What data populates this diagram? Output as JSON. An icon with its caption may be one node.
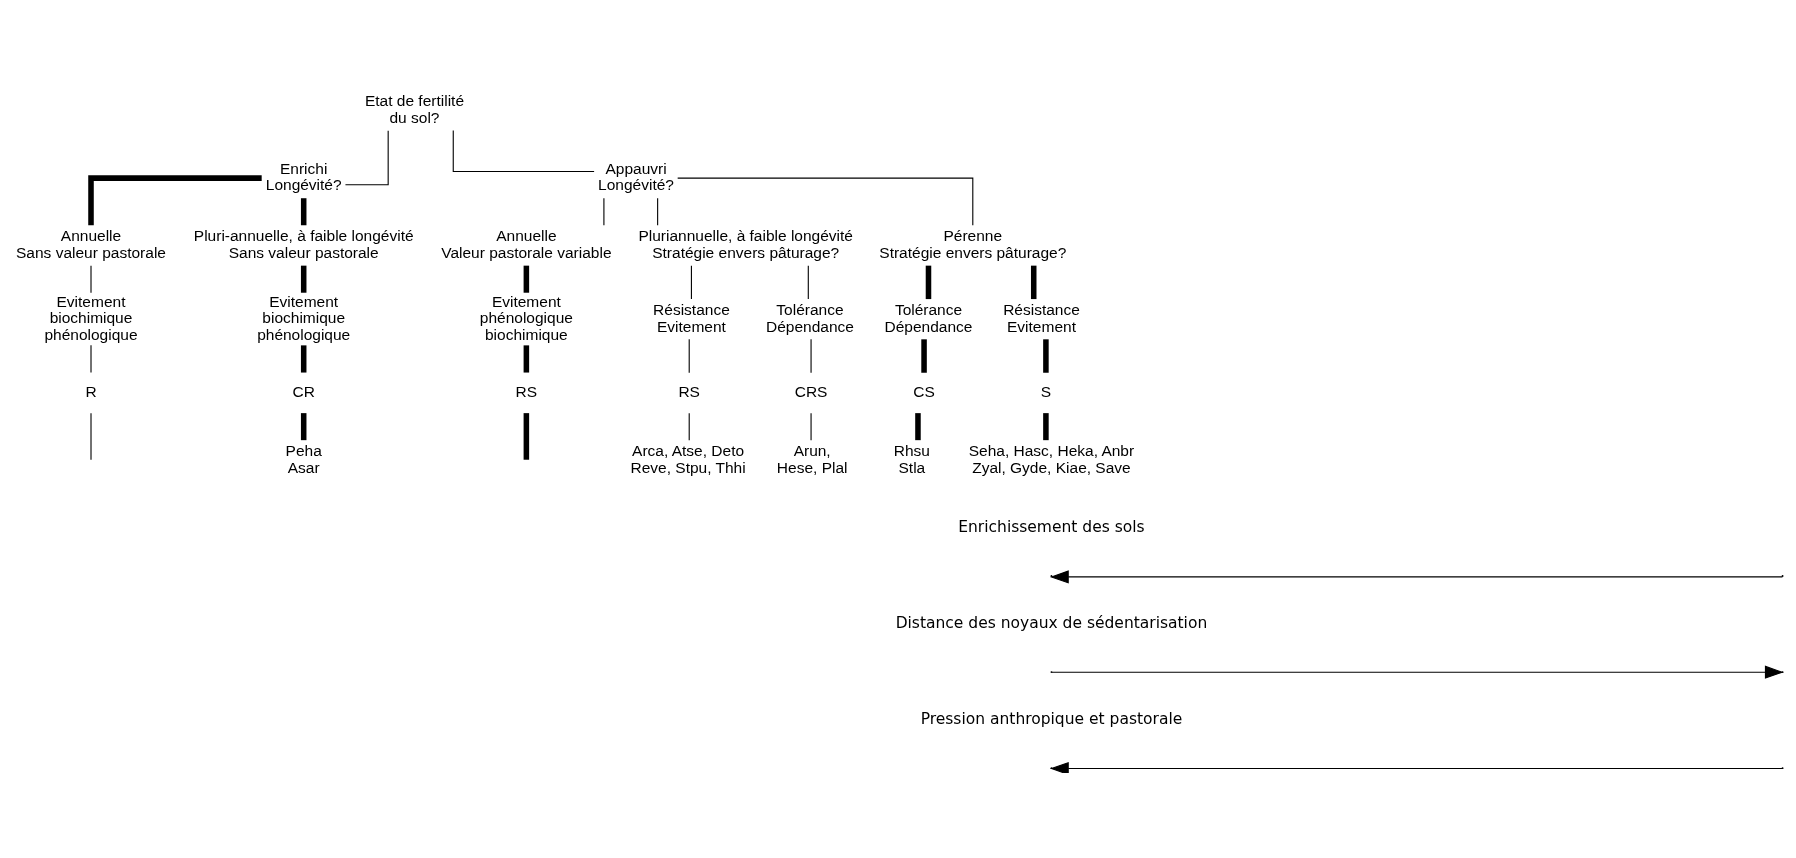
{
  "diagram": {
    "nodes": [
      {
        "text": [
          "Etat de fertilité du sol?"
        ]
      },
      {
        "text": [
          "Enrichi",
          "Longévité?"
        ]
      },
      {
        "text": [
          "Appauvri",
          "Longévité?"
        ]
      },
      {
        "text": [
          "Annuelle",
          "Sans valeur pastorale"
        ]
      },
      {
        "text": [
          "Pluri-annuelle, à faible longévité",
          "Sans valeur pastorale"
        ]
      },
      {
        "text": [
          "Evitement biochimique phénologique"
        ]
      },
      {
        "text": [
          "R"
        ]
      },
      {
        "text": [
          "Evitement biochimique phénologique"
        ]
      },
      {
        "text": [
          "CR"
        ]
      },
      {
        "text": [
          "Peha Asar"
        ]
      },
      {
        "text": [
          "Annuelle",
          "Valeur pastorale variable"
        ]
      },
      {
        "text": [
          "Pluriannuelle, à faible longévité",
          "Stratégie envers pâturage?"
        ]
      },
      {
        "text": [
          "Pérenne",
          "Stratégie envers pâturage?"
        ]
      },
      {
        "text": [
          "Evitement phénologique biochimique"
        ]
      },
      {
        "text": [
          "RS"
        ]
      },
      {
        "text": [
          "Résistance Evitement"
        ]
      },
      {
        "text": [
          "Tolérance Dépendance"
        ]
      },
      {
        "text": [
          "RS"
        ]
      },
      {
        "text": [
          "CRS"
        ]
      },
      {
        "text": [
          "Arca, Atse, Deto Reve, Stpu, Thhi"
        ]
      },
      {
        "text": [
          "Arun, Hese, Plal"
        ]
      },
      {
        "text": [
          "Tolérance Dépendance"
        ]
      },
      {
        "text": [
          "Résistance Evitement"
        ]
      },
      {
        "text": [
          "CS"
        ]
      },
      {
        "text": [
          "S"
        ]
      },
      {
        "text": [
          "Rhsu Stla"
        ]
      },
      {
        "text": [
          "Seha, Hasc, Heka, Anbr Zyal, Gyde, Kiae, Save"
        ]
      }
    ],
    "edges": [
      {
        "from": 0,
        "to": 1,
        "arrow": "none"
      },
      {
        "from": 0,
        "to": 2,
        "arrow": "none"
      },
      {
        "from": 1,
        "to": 3,
        "arrow": "none",
        "style": "thick"
      },
      {
        "from": 1,
        "to": 4,
        "arrow": "none",
        "style": "thick"
      },
      {
        "from": 3,
        "to": 5,
        "arrow": "none"
      },
      {
        "from": 5,
        "to": 6,
        "arrow": "none"
      },
      {
        "from": 6,
        "to": null,
        "arrow": "none"
      },
      {
        "from": 4,
        "to": 7,
        "arrow": "none",
        "style": "thick"
      },
      {
        "from": 7,
        "to": 8,
        "arrow": "none",
        "style": "thick"
      },
      {
        "from": 8,
        "to": 9,
        "arrow": "none",
        "style": "thick"
      },
      {
        "from": 2,
        "to": 10,
        "arrow": "none"
      },
      {
        "from": 2,
        "to": 11,
        "arrow": "none"
      },
      {
        "from": 2,
        "to": 12,
        "arrow": "none"
      },
      {
        "from": 10,
        "to": 13,
        "arrow": "none",
        "style": "thick"
      },
      {
        "from": 13,
        "to": 14,
        "arrow": "none",
        "style": "thick"
      },
      {
        "from": 14,
        "to": null,
        "arrow": "none",
        "style": "thick"
      },
      {
        "from": 11,
        "to": 15,
        "arrow": "none"
      },
      {
        "from": 11,
        "to": 16,
        "arrow": "none"
      },
      {
        "from": 15,
        "to": 17,
        "arrow": "none"
      },
      {
        "from": 17,
        "to": 19,
        "arrow": "none"
      },
      {
        "from": 16,
        "to": 18,
        "arrow": "none"
      },
      {
        "from": 18,
        "to": 20,
        "arrow": "none"
      },
      {
        "from": 12,
        "to": 21,
        "arrow": "none",
        "style": "thick"
      },
      {
        "from": 12,
        "to": 22,
        "arrow": "none",
        "style": "thick"
      },
      {
        "from": 21,
        "to": 23,
        "arrow": "none",
        "style": "thick"
      },
      {
        "from": 23,
        "to": 25,
        "arrow": "none",
        "style": "thick"
      },
      {
        "from": 22,
        "to": 24,
        "arrow": "none",
        "style": "thick"
      },
      {
        "from": 24,
        "to": 26,
        "arrow": "none",
        "style": "thick"
      }
    ],
    "labels": [
      "Enrichissement des sols",
      "Distance des noyaux de sédentarisation",
      "Pression anthropique et pastorale"
    ]
  }
}
